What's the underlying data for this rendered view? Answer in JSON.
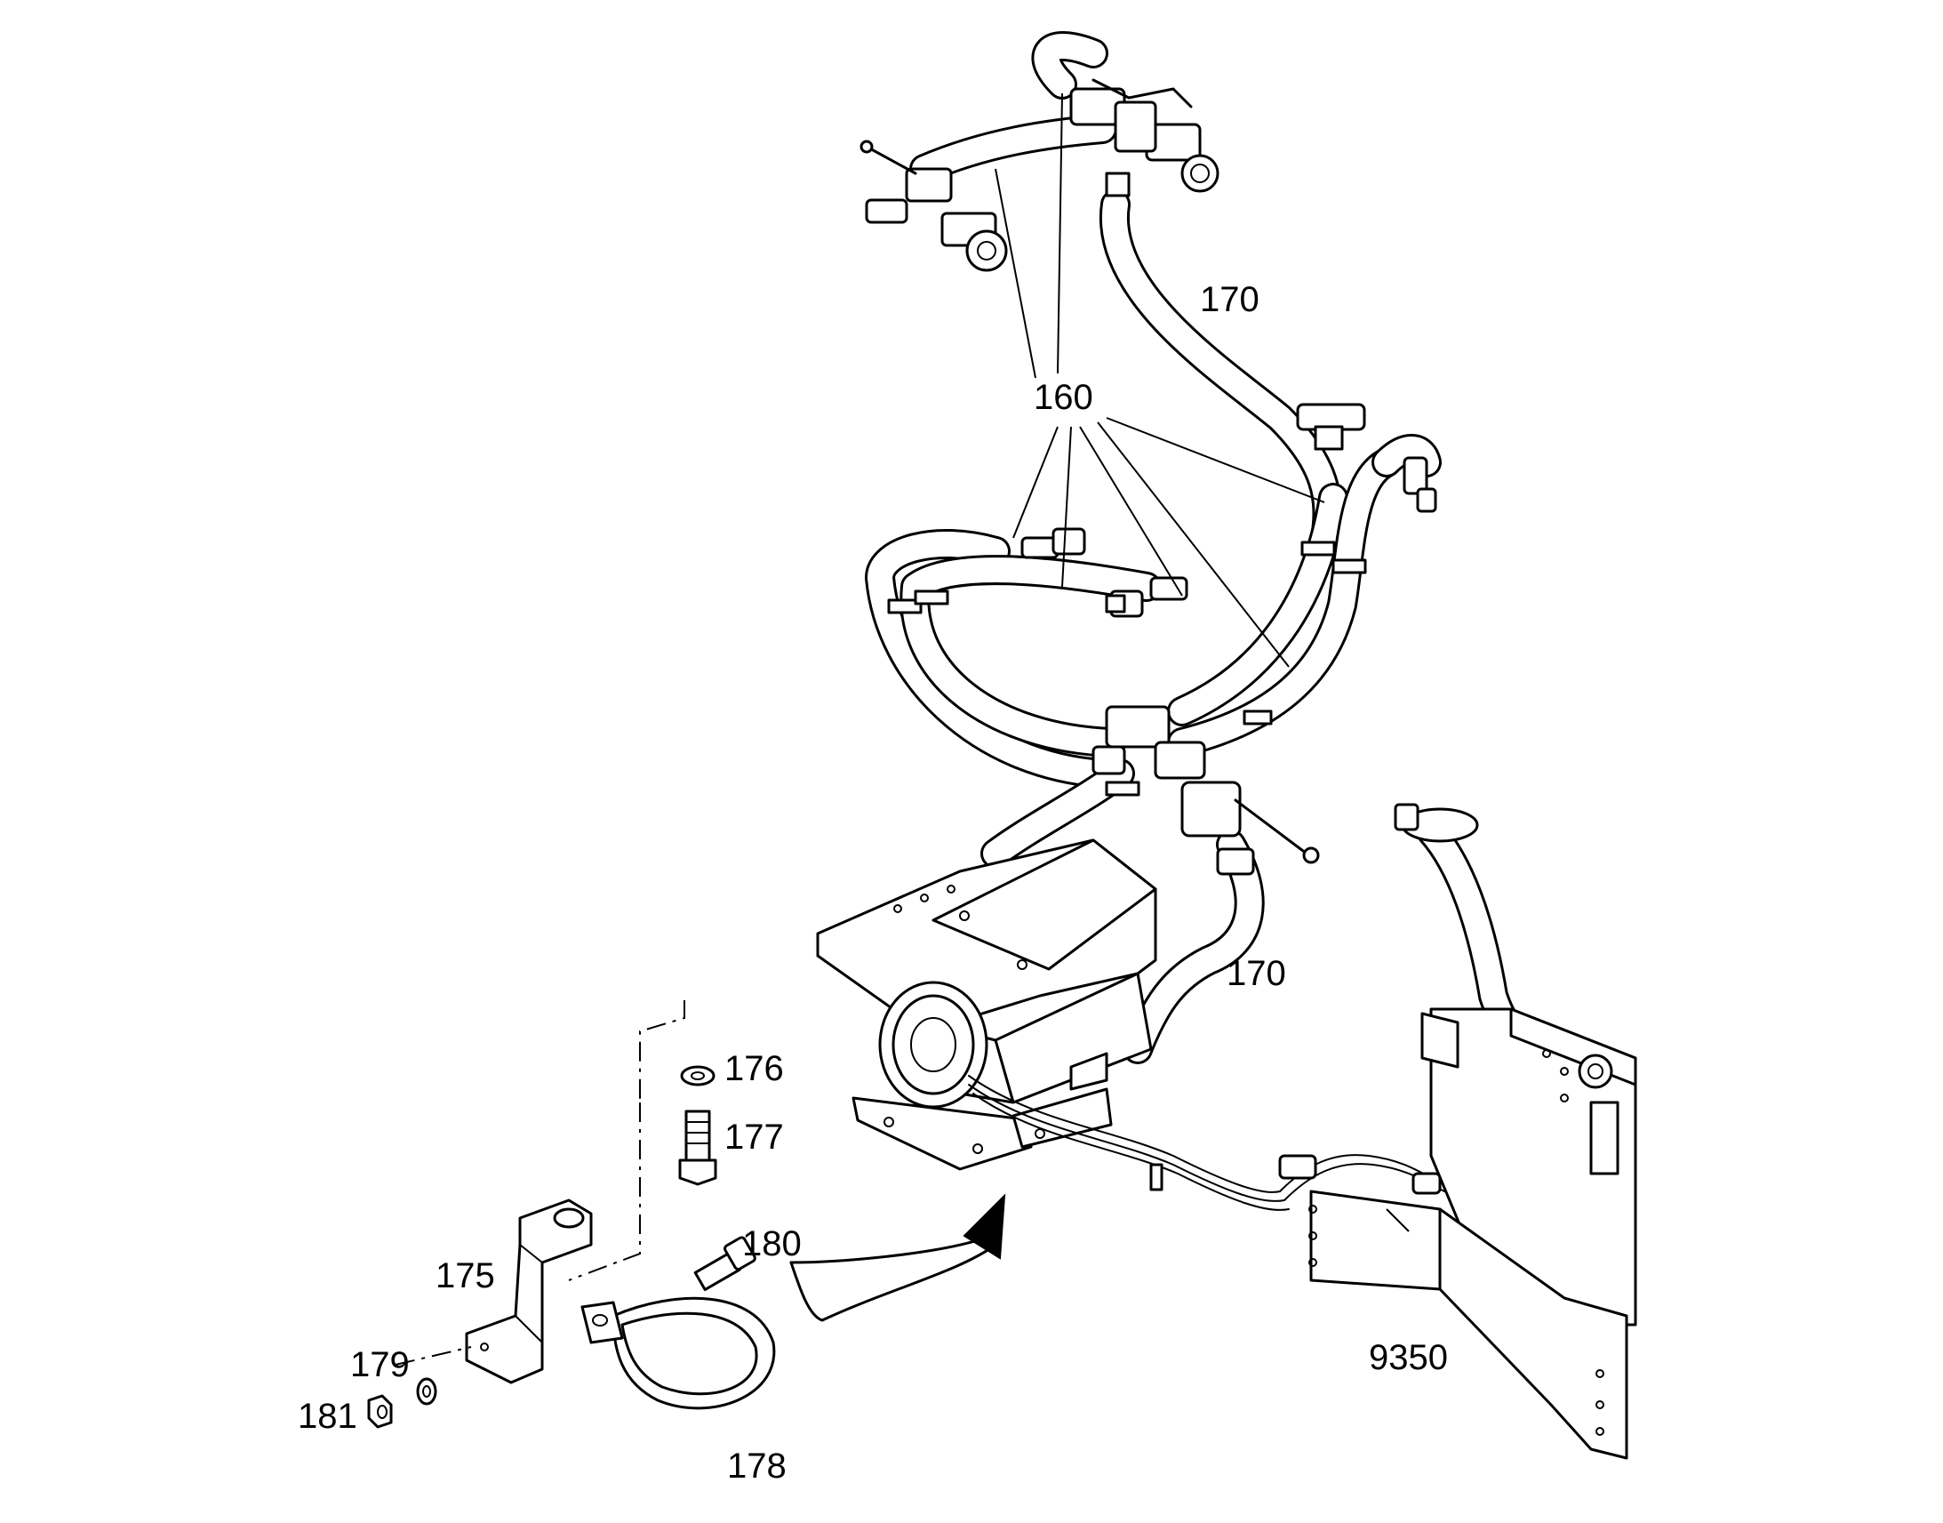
{
  "callouts": {
    "c160": "160",
    "c170_top": "170",
    "c170_bottom": "170",
    "c176": "176",
    "c177": "177",
    "c180": "180",
    "c175": "175",
    "c179": "179",
    "c181": "181",
    "c178": "178",
    "c9350": "9350"
  },
  "colors": {
    "line": "#000000",
    "background": "#ffffff"
  }
}
